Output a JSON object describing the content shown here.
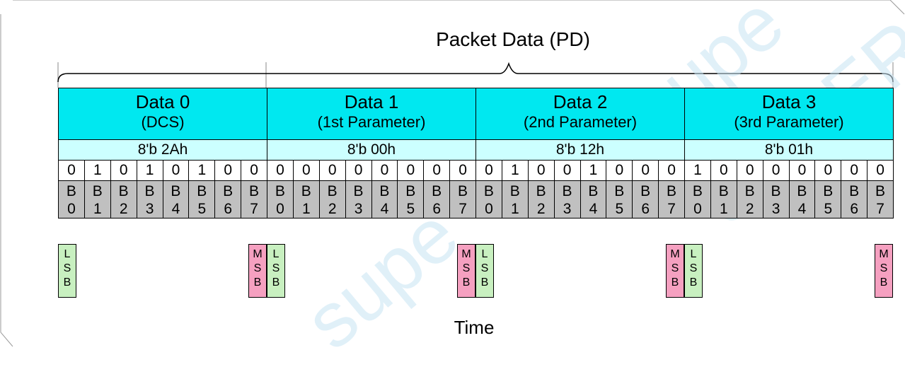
{
  "packet_label": "Packet Data (PD)",
  "time_label": "Time",
  "bytes": [
    {
      "name": "Data 0",
      "desc": "(DCS)",
      "hex": "8'b 2Ah",
      "bits": [
        "0",
        "1",
        "0",
        "1",
        "0",
        "1",
        "0",
        "0"
      ]
    },
    {
      "name": "Data 1",
      "desc": "(1st Parameter)",
      "hex": "8'b 00h",
      "bits": [
        "0",
        "0",
        "0",
        "0",
        "0",
        "0",
        "0",
        "0"
      ]
    },
    {
      "name": "Data 2",
      "desc": "(2nd Parameter)",
      "hex": "8'b 12h",
      "bits": [
        "0",
        "1",
        "0",
        "0",
        "1",
        "0",
        "0",
        "0"
      ]
    },
    {
      "name": "Data 3",
      "desc": "(3rd Parameter)",
      "hex": "8'b 01h",
      "bits": [
        "1",
        "0",
        "0",
        "0",
        "0",
        "0",
        "0",
        "0"
      ]
    }
  ],
  "bit_names": [
    [
      "B",
      "0"
    ],
    [
      "B",
      "1"
    ],
    [
      "B",
      "2"
    ],
    [
      "B",
      "3"
    ],
    [
      "B",
      "4"
    ],
    [
      "B",
      "5"
    ],
    [
      "B",
      "6"
    ],
    [
      "B",
      "7"
    ]
  ],
  "lsb_label": [
    "L",
    "S",
    "B"
  ],
  "msb_label": [
    "M",
    "S",
    "B"
  ],
  "watermark": [
    "supe",
    "SUPER",
    "supe"
  ],
  "colors": {
    "header": "#00e8f0",
    "hex_row": "#ccffff",
    "bit_name_row": "#c0c0c0",
    "lsb": "#c8f0c0",
    "msb": "#f5a0c0"
  }
}
